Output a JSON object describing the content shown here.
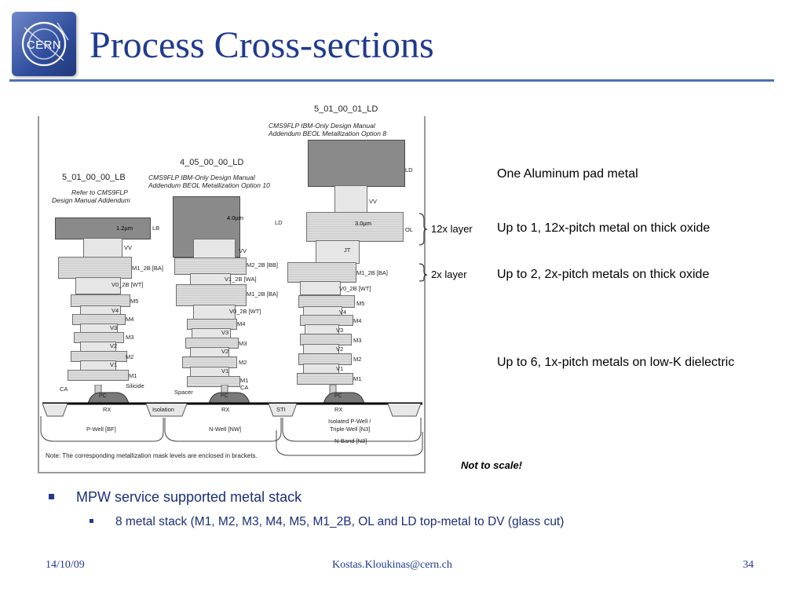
{
  "logo": {
    "text": "CERN"
  },
  "title": "Process Cross-sections",
  "figure": {
    "header_ld": "5_01_00_01_LD",
    "manual_ld": [
      "CMS9FLP IBM-Only Design Manual",
      "Addendum BEOL Metallization Option 8"
    ],
    "header_mid": "4_05_00_00_LD",
    "manual_mid": [
      "CMS9FLP IBM-Only Design Manual",
      "Addendum BEOL Metallization Option 10"
    ],
    "header_lb": "5_01_00_00_LB",
    "manual_lb": [
      "Refer to CMS9FLP",
      "Design Manual Addendum"
    ],
    "thickness_1": "1.2µm",
    "thickness_2": "4.0µm",
    "thickness_3": "3.0µm",
    "layer_labels": {
      "lb": "LB",
      "ld": "LD",
      "ol": "OL",
      "jt": "JT",
      "vv": "VV",
      "m1_2b_ba": "M1_2B [BA]",
      "m2_2b_bb": "M2_2B [BB]",
      "v1_2b_wa": "V1_2B [WA]",
      "v0_2b_wt": "V0_2B [WT]",
      "m5": "M5",
      "v4": "V4",
      "m4": "M4",
      "v3": "V3",
      "m3": "M3",
      "v2": "V2",
      "m2": "M2",
      "v1": "V1",
      "m1": "M1",
      "ca": "CA",
      "silicide": "Silicide",
      "spacer": "Spacer",
      "pc": "PC",
      "rx": "RX",
      "isolation": "Isolation",
      "sti": "STI",
      "pwell": "P-Well [BF]",
      "nwell": "N-Well [NW]",
      "iso_pwell": [
        "Isolated P-Well /",
        "Triple-Well [N3]"
      ],
      "nband": "N-Band [N3]"
    },
    "note": "Note:  The corresponding metallization mask levels are enclosed in brackets.",
    "label_12x": "12x layer",
    "label_2x": "2x layer"
  },
  "side_notes": {
    "pad": "One Aluminum pad metal",
    "thick12": "Up to 1, 12x-pitch metal on thick oxide",
    "thick2": "Up to 2, 2x-pitch metals on thick oxide",
    "lowk": "Up to 6, 1x-pitch metals on low-K dielectric"
  },
  "not_to_scale": "Not to scale!",
  "bullets": {
    "level1": "MPW service supported metal stack",
    "level2": "8 metal stack (M1, M2, M3, M4, M5, M1_2B, OL and LD top-metal to DV (glass cut)"
  },
  "footer": {
    "date": "14/10/09",
    "email": "Kostas.Kloukinas@cern.ch",
    "page": "34"
  }
}
